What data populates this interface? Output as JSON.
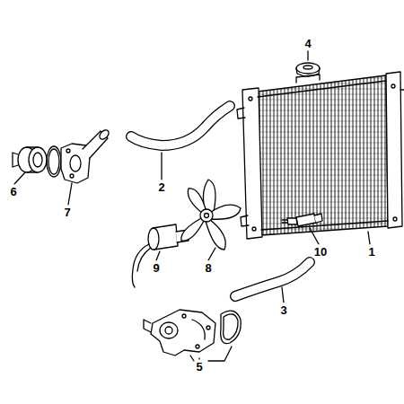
{
  "diagram": {
    "labels": [
      "4",
      "2",
      "6",
      "7",
      "9",
      "8",
      "10",
      "1",
      "3",
      "5"
    ]
  }
}
